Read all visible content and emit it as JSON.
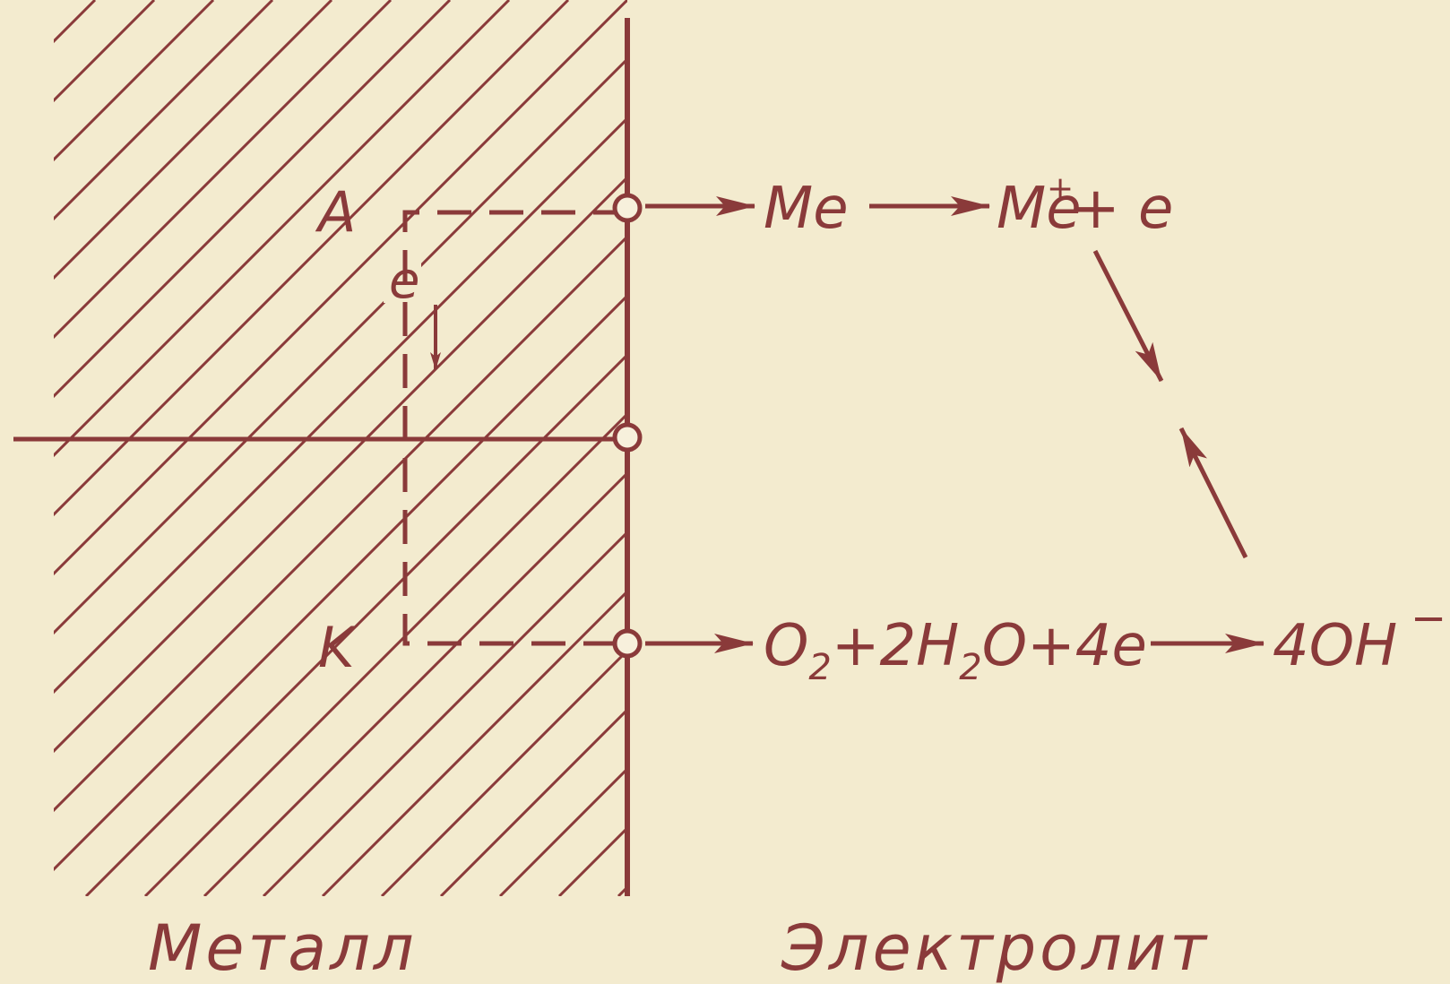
{
  "labels": {
    "anode": "A",
    "cathode": "K",
    "electron": "e",
    "metal": "Металл",
    "electrolyte": "Электролит"
  },
  "anodic_reaction": {
    "reactant": "Me",
    "product": "Me",
    "product_charge": "+",
    "electron_term": "+ e"
  },
  "cathodic_reaction": {
    "o2": "O",
    "o2_sub": "2",
    "plus1": "+",
    "water_coef": "2",
    "h": "H",
    "h_sub": "2",
    "o": "O",
    "plus2": "+",
    "electrons": "4e",
    "product": "4OH",
    "product_charge": "−"
  },
  "colors": {
    "background": "#f3ebcf",
    "ink": "#8a3a3a"
  }
}
